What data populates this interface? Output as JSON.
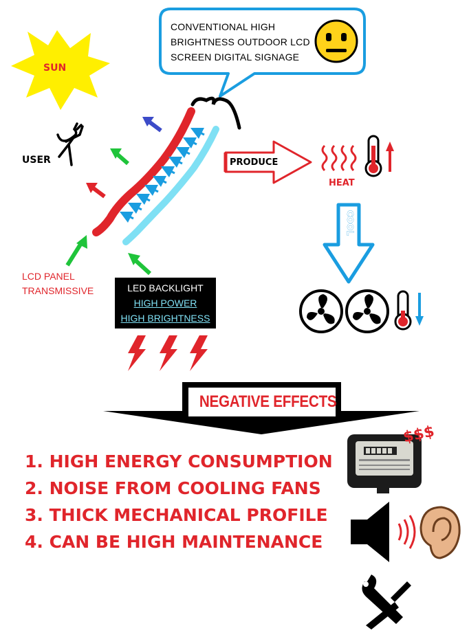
{
  "sun": {
    "label": "SUN"
  },
  "user": {
    "label": "USER"
  },
  "speech_bubble": {
    "lines": [
      "CONVENTIONAL HIGH",
      "BRIGHTNESS OUTDOOR LCD",
      "SCREEN DIGITAL SIGNAGE"
    ]
  },
  "lcd_panel": {
    "lines": [
      "LCD PANEL",
      "TRANSMISSIVE"
    ]
  },
  "led_backlight": {
    "lines": [
      "LED BACKLIGHT",
      "HIGH POWER",
      "HIGH BRIGHTNESS"
    ]
  },
  "produce": {
    "label": "PRODUCE"
  },
  "heat": {
    "label": "HEAT"
  },
  "cool": {
    "label": "COOL"
  },
  "negative_effects": {
    "title": "NEGATIVE EFFECTS",
    "items": [
      "1. HIGH ENERGY CONSUMPTION",
      "2. NOISE FROM COOLING FANS",
      "3. THICK MECHANICAL PROFILE",
      "4. CAN BE HIGH MAINTENANCE"
    ]
  },
  "meter": {
    "money": "$$$"
  },
  "colors": {
    "red": "#e0252b",
    "cyan": "#7fe0f4",
    "blue": "#1a9de0",
    "green": "#1fc43a",
    "yellow": "#ffef00",
    "indigo": "#3c4bc8"
  },
  "icons": [
    "sun-icon",
    "user-figure-icon",
    "neutral-face-icon",
    "brace-icon",
    "heat-waves-icon",
    "thermometer-icon",
    "fan-icon",
    "lightning-icon",
    "electric-meter-icon",
    "speaker-icon",
    "ear-icon",
    "tools-icon"
  ]
}
